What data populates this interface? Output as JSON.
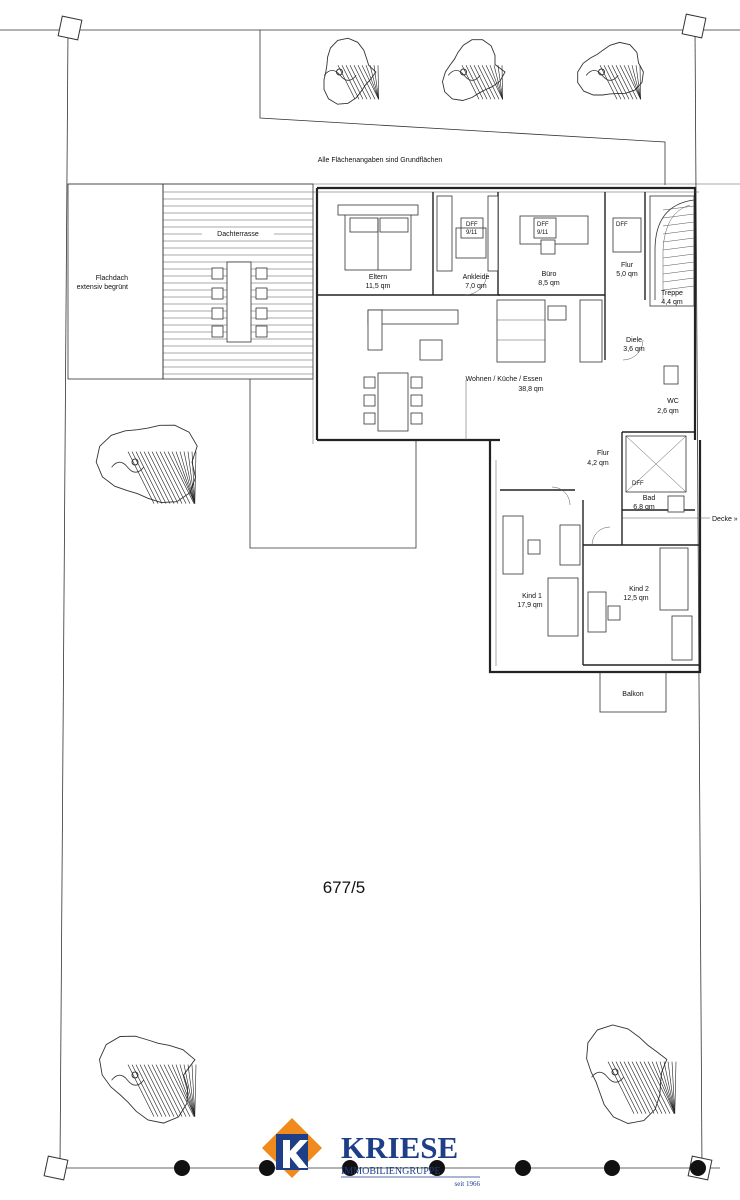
{
  "plan": {
    "note": "Alle Flächenangaben sind Grundflächen",
    "parcel_number": "677/5",
    "side_note": "Decke »",
    "roof_terrace": {
      "label": "Dachterrasse"
    },
    "flat_roof": {
      "line1": "Flachdach",
      "line2": "extensiv begrünt"
    },
    "balcony": {
      "label": "Balkon"
    },
    "rooms": {
      "eltern": {
        "name": "Eltern",
        "area": "11,5 qm"
      },
      "ankleide": {
        "name": "Ankleide",
        "area": "7,0 qm"
      },
      "buero": {
        "name": "Büro",
        "area": "8,5 qm"
      },
      "flur_top": {
        "name": "Flur",
        "area": "5,0 qm"
      },
      "treppe": {
        "name": "Treppe",
        "area": "4,4 qm"
      },
      "diele": {
        "name": "Diele",
        "area": "3,6 qm"
      },
      "wohnen": {
        "name": "Wohnen / Küche / Essen",
        "area": "38,8 qm"
      },
      "wc": {
        "name": "WC",
        "area": "2,6 qm"
      },
      "flur": {
        "name": "Flur",
        "area": "4,2 qm"
      },
      "bad": {
        "name": "Bad",
        "area": "6,8 qm"
      },
      "kind1": {
        "name": "Kind 1",
        "area": "17,9 qm"
      },
      "kind2": {
        "name": "Kind 2",
        "area": "12,5 qm"
      }
    },
    "window_tags": {
      "dff1": {
        "line1": "DFF",
        "line2": "9/11"
      },
      "dff2": {
        "line1": "DFF",
        "line2": "9/11"
      },
      "dff3": {
        "line1": "DFF"
      },
      "dff4": {
        "line1": "DFF"
      }
    }
  },
  "logo": {
    "name": "KRIESE",
    "tagline": "IMMOBILIENGRUPPE",
    "since": "seit 1966",
    "colors": {
      "orange": "#f08a1c",
      "blue": "#1e3f87"
    }
  }
}
